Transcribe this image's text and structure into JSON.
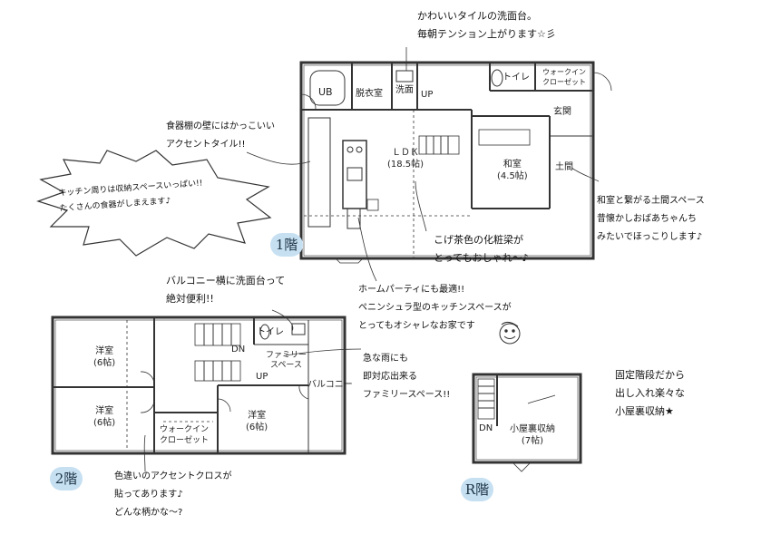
{
  "floor_labels": {
    "first": "1階",
    "second": "2階",
    "roof": "R階"
  },
  "rooms_first": {
    "ub": "UB",
    "datsui": "脱衣室",
    "senmen": "洗面",
    "toilet": "トイレ",
    "wic": "ウォークイン\nクローゼット",
    "genkan": "玄関",
    "ldk": "ＬＤＫ\n(18.5帖)",
    "washitsu": "和室\n(4.5帖)",
    "doma": "土間",
    "up": "UP"
  },
  "rooms_second": {
    "yoshitsu_a": "洋室\n(6帖)",
    "yoshitsu_b": "洋室\n(6帖)",
    "yoshitsu_c": "洋室\n(6帖)",
    "toilet": "トイレ",
    "family_space": "ファミリー\nスペース",
    "balcony": "バルコニー",
    "wic": "ウォークイン\nクローゼット",
    "dn": "DN",
    "up": "UP"
  },
  "rooms_roof": {
    "dn": "DN",
    "attic": "小屋裏収納\n(7帖)"
  },
  "annotations": {
    "tile_sink": "かわいいタイルの洗面台。\n毎朝テンション上がります☆彡",
    "accent_tile": "食器棚の壁にはかっこいい\nアクセントタイル!!",
    "kitchen_storage": "キッチン周りは収納スペースいっぱい!!\nたくさんの食器がしまえます♪",
    "beam": "こげ茶色の化粧梁が\nとってもおしゃれ～♪",
    "washitsu_doma": "和室と繋がる土間スペース\n昔懐かしおばあちゃんち\nみたいでほっこりします♪",
    "balcony_sink": "バルコニー横に洗面台って\n絶対便利!!",
    "peninsula": "ホームパーティにも最適!!\nペニンシュラ型のキッチンスペースが\nとってもオシャレなお家です",
    "family_space": "急な雨にも\n即対応出来る\nファミリースペース!!",
    "fixed_stairs": "固定階段だから\n出し入れ楽々な\n小屋裏収納★",
    "accent_cross": "色違いのアクセントクロスが\n貼ってあります♪\nどんな柄かな～?"
  },
  "colors": {
    "badge": "#c6e0f2",
    "burst": "#ffffff",
    "line": "#333333"
  }
}
